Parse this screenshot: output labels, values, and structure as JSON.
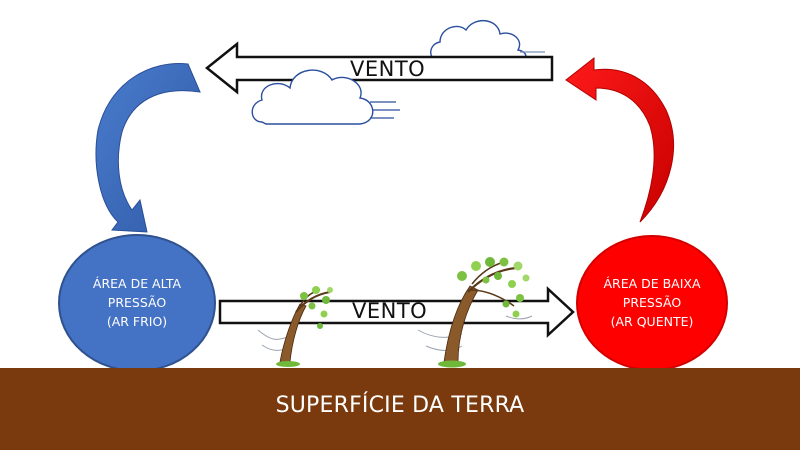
{
  "wind_top": {
    "label": "VENTO"
  },
  "wind_bottom": {
    "label": "VENTO"
  },
  "high_pressure": {
    "line1": "ÁREA DE ALTA",
    "line2": "PRESSÃO",
    "line3": "(AR FRIO)",
    "color": "#4472c4"
  },
  "low_pressure": {
    "line1": "ÁREA DE BAIXA",
    "line2": "PRESSÃO",
    "line3": "(AR QUENTE)",
    "color": "#ff0000"
  },
  "ground": {
    "label": "SUPERFÍCIE DA TERRA",
    "color": "#7a3a0e"
  },
  "icons": {
    "clouds": [
      "cloud-icon",
      "cloud-icon"
    ],
    "trees": [
      "tree-icon",
      "tree-icon"
    ]
  }
}
